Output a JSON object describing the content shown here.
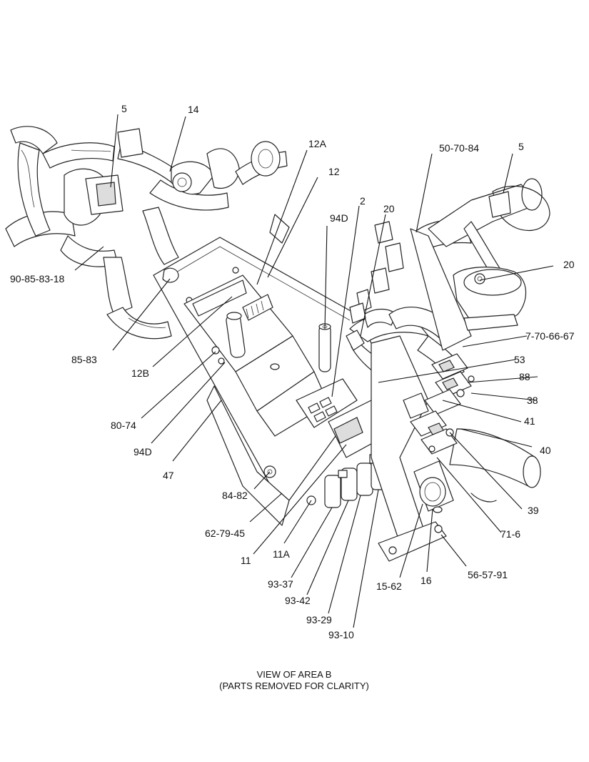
{
  "callouts": {
    "c_5a": "5",
    "c_14": "14",
    "c_12A": "12A",
    "c_12": "12",
    "c_50_70_84": "50-70-84",
    "c_5b": "5",
    "c_2": "2",
    "c_94D_top": "94D",
    "c_20a": "20",
    "c_20b": "20",
    "c_90_85_83_18": "90-85-83-18",
    "c_85_83": "85-83",
    "c_12B": "12B",
    "c_80_74": "80-74",
    "c_94D_low": "94D",
    "c_47": "47",
    "c_84_82": "84-82",
    "c_62_79_45": "62-79-45",
    "c_11": "11",
    "c_11A": "11A",
    "c_93_37": "93-37",
    "c_93_42": "93-42",
    "c_93_29": "93-29",
    "c_93_10": "93-10",
    "c_15_62": "15-62",
    "c_16": "16",
    "c_56_57_91": "56-57-91",
    "c_71_6": "71-6",
    "c_39": "39",
    "c_40": "40",
    "c_41": "41",
    "c_38": "38",
    "c_88": "88",
    "c_53": "53",
    "c_7_70_66_67": "7-70-66-67"
  },
  "caption": {
    "line1": "VIEW OF AREA  B",
    "line2": "(PARTS REMOVED FOR CLARITY)"
  }
}
